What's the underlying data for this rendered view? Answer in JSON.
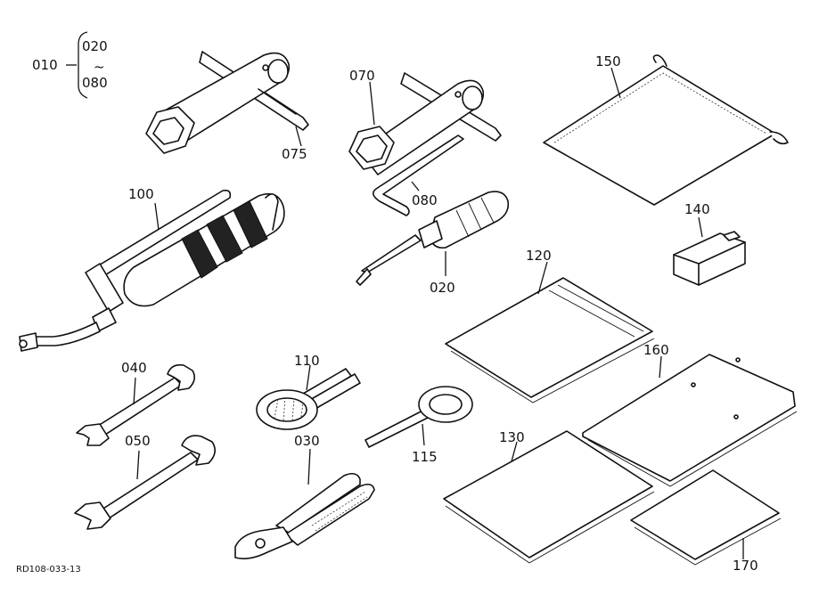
{
  "diagram": {
    "group_label": "010",
    "group_range_start": "020",
    "group_range_tilde": "~",
    "group_range_end": "080",
    "parts": {
      "p020": "020",
      "p030": "030",
      "p040": "040",
      "p050": "050",
      "p070": "070",
      "p075": "075",
      "p080": "080",
      "p100": "100",
      "p110": "110",
      "p115": "115",
      "p120": "120",
      "p130": "130",
      "p140": "140",
      "p150": "150",
      "p160": "160",
      "p170": "170"
    },
    "reference_code": "RD108-033-13"
  }
}
